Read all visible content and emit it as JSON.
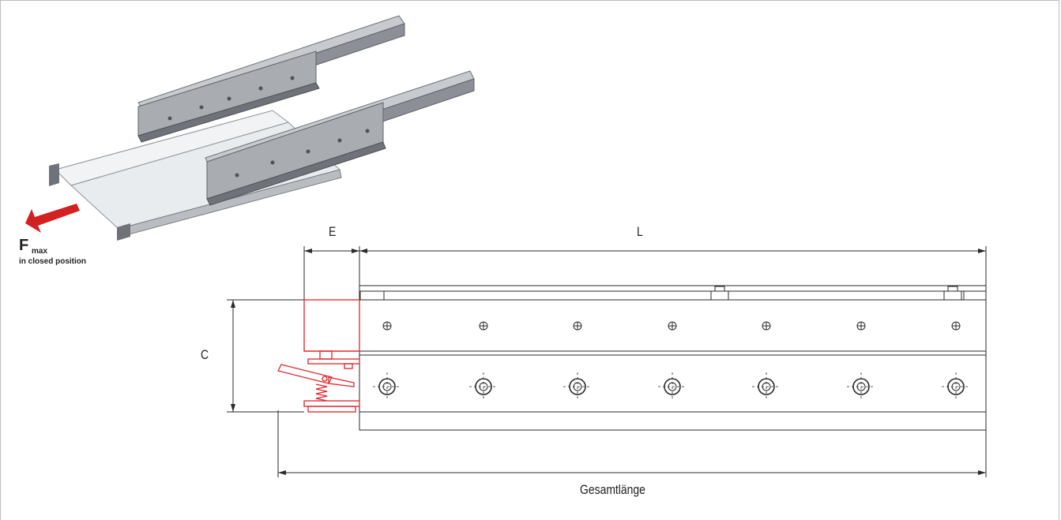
{
  "labels": {
    "force": "F",
    "force_sub": "max",
    "force_caption": "in closed position",
    "dim_e": "E",
    "dim_l": "L",
    "dim_c": "C",
    "total_length": "Gesamtlänge"
  },
  "colors": {
    "line": "#2a2a2a",
    "lock": "#e2232a",
    "arrow": "#d32020",
    "frame": "#bdbdbd"
  }
}
